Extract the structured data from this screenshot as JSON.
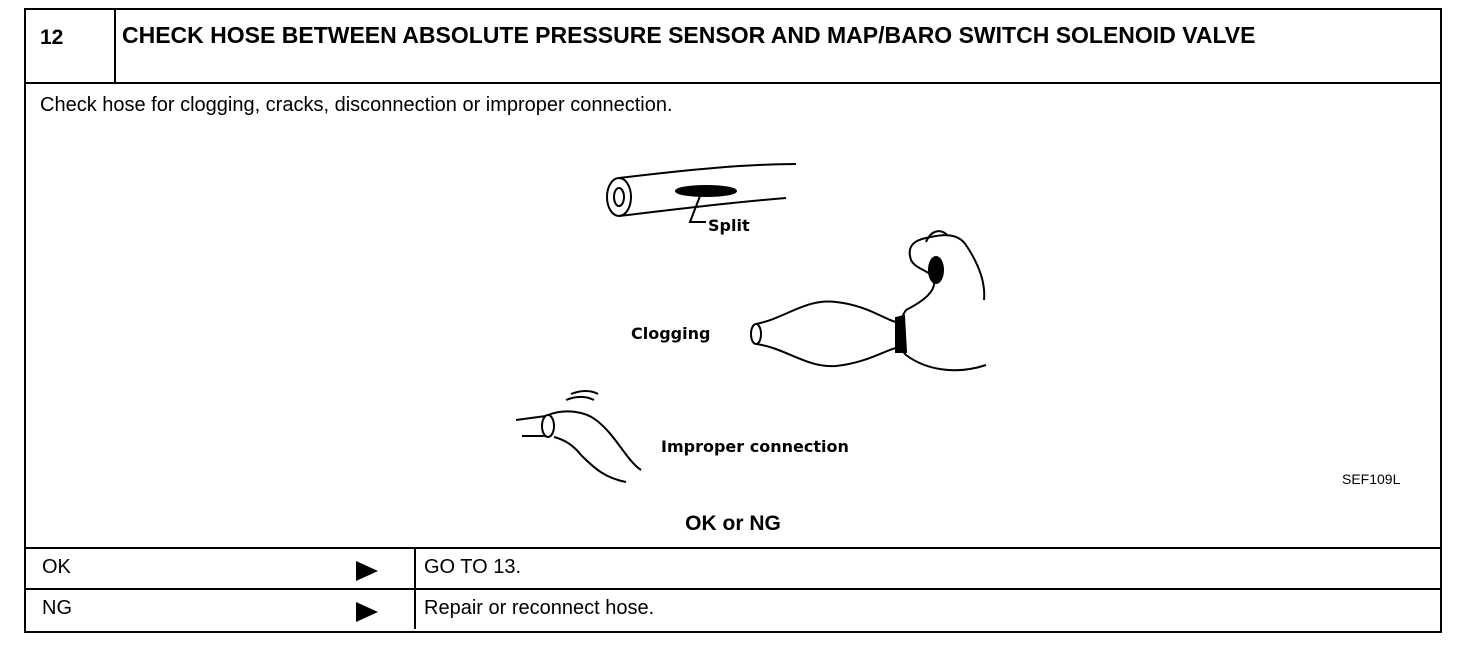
{
  "header": {
    "step_number": "12",
    "title": "CHECK HOSE BETWEEN ABSOLUTE PRESSURE SENSOR AND MAP/BARO SWITCH SOLENOID VALVE"
  },
  "instruction": "Check hose for clogging, cracks, disconnection or improper connection.",
  "illustration": {
    "labels": {
      "split": "Split",
      "clogging": "Clogging",
      "improper": "Improper connection"
    },
    "figure_id": "SEF109L"
  },
  "result_heading": "OK or NG",
  "results": [
    {
      "condition": "OK",
      "action": "GO TO 13."
    },
    {
      "condition": "NG",
      "action": "Repair or reconnect hose."
    }
  ]
}
